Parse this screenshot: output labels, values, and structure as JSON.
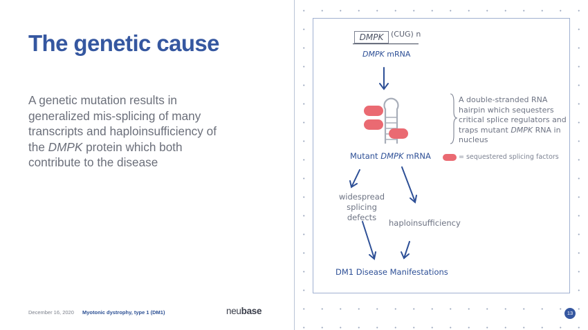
{
  "left": {
    "title": "The genetic cause",
    "body_parts": [
      "A genetic mutation results in generalized mis-splicing of many transcripts and haploinsufficiency of the ",
      "DMPK",
      " protein which both contribute to the disease"
    ]
  },
  "footer": {
    "date": "December 16, 2020",
    "topic": "Myotonic dystrophy, type 1 (DM1)",
    "logo_light": "neu",
    "logo_bold": "base",
    "page_number": "13"
  },
  "diagram": {
    "gene_box_label": "DMPK",
    "repeat_label": "(CUG) n",
    "mrna_italic": "DMPK",
    "mrna_suffix": " mRNA",
    "mutant_prefix": "Mutant ",
    "mutant_italic": "DMPK",
    "mutant_suffix": " mRNA",
    "description_parts": [
      "A double-stranded RNA hairpin which sequesters critical splice regulators and traps mutant ",
      "DMPK",
      " RNA in nucleus"
    ],
    "legend_label": "= sequestered splicing factors",
    "widespread_label": "widespread splicing defects",
    "haplo_label": "haploinsufficiency",
    "outcome_label": "DM1 Disease Manifestations"
  },
  "colors": {
    "title_blue": "#3557a0",
    "diagram_blue": "#2d4f96",
    "splicing_factor_red": "#ea6a72",
    "panel_border": "#9fb0d0"
  }
}
